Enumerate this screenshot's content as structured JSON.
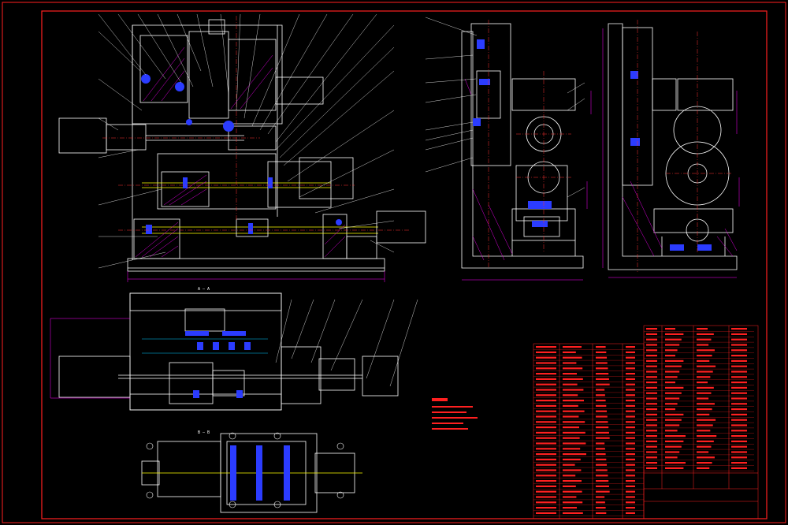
{
  "drawing": {
    "background": "#000000",
    "colors": {
      "frame": "#ff2020",
      "outline": "#ffffff",
      "hidden": "#ffff00",
      "section": "#e000e0",
      "dimension": "#ff00ff",
      "centerline": "#ff3030",
      "hatch_blue": "#2b3cff",
      "cyan": "#00c8ff",
      "table_text": "#ff2020"
    },
    "views": [
      {
        "name": "front-view"
      },
      {
        "name": "side-view"
      },
      {
        "name": "end-view"
      },
      {
        "name": "section-a-a",
        "label": "A — A"
      },
      {
        "name": "section-b-b",
        "label": "B — B"
      }
    ]
  }
}
